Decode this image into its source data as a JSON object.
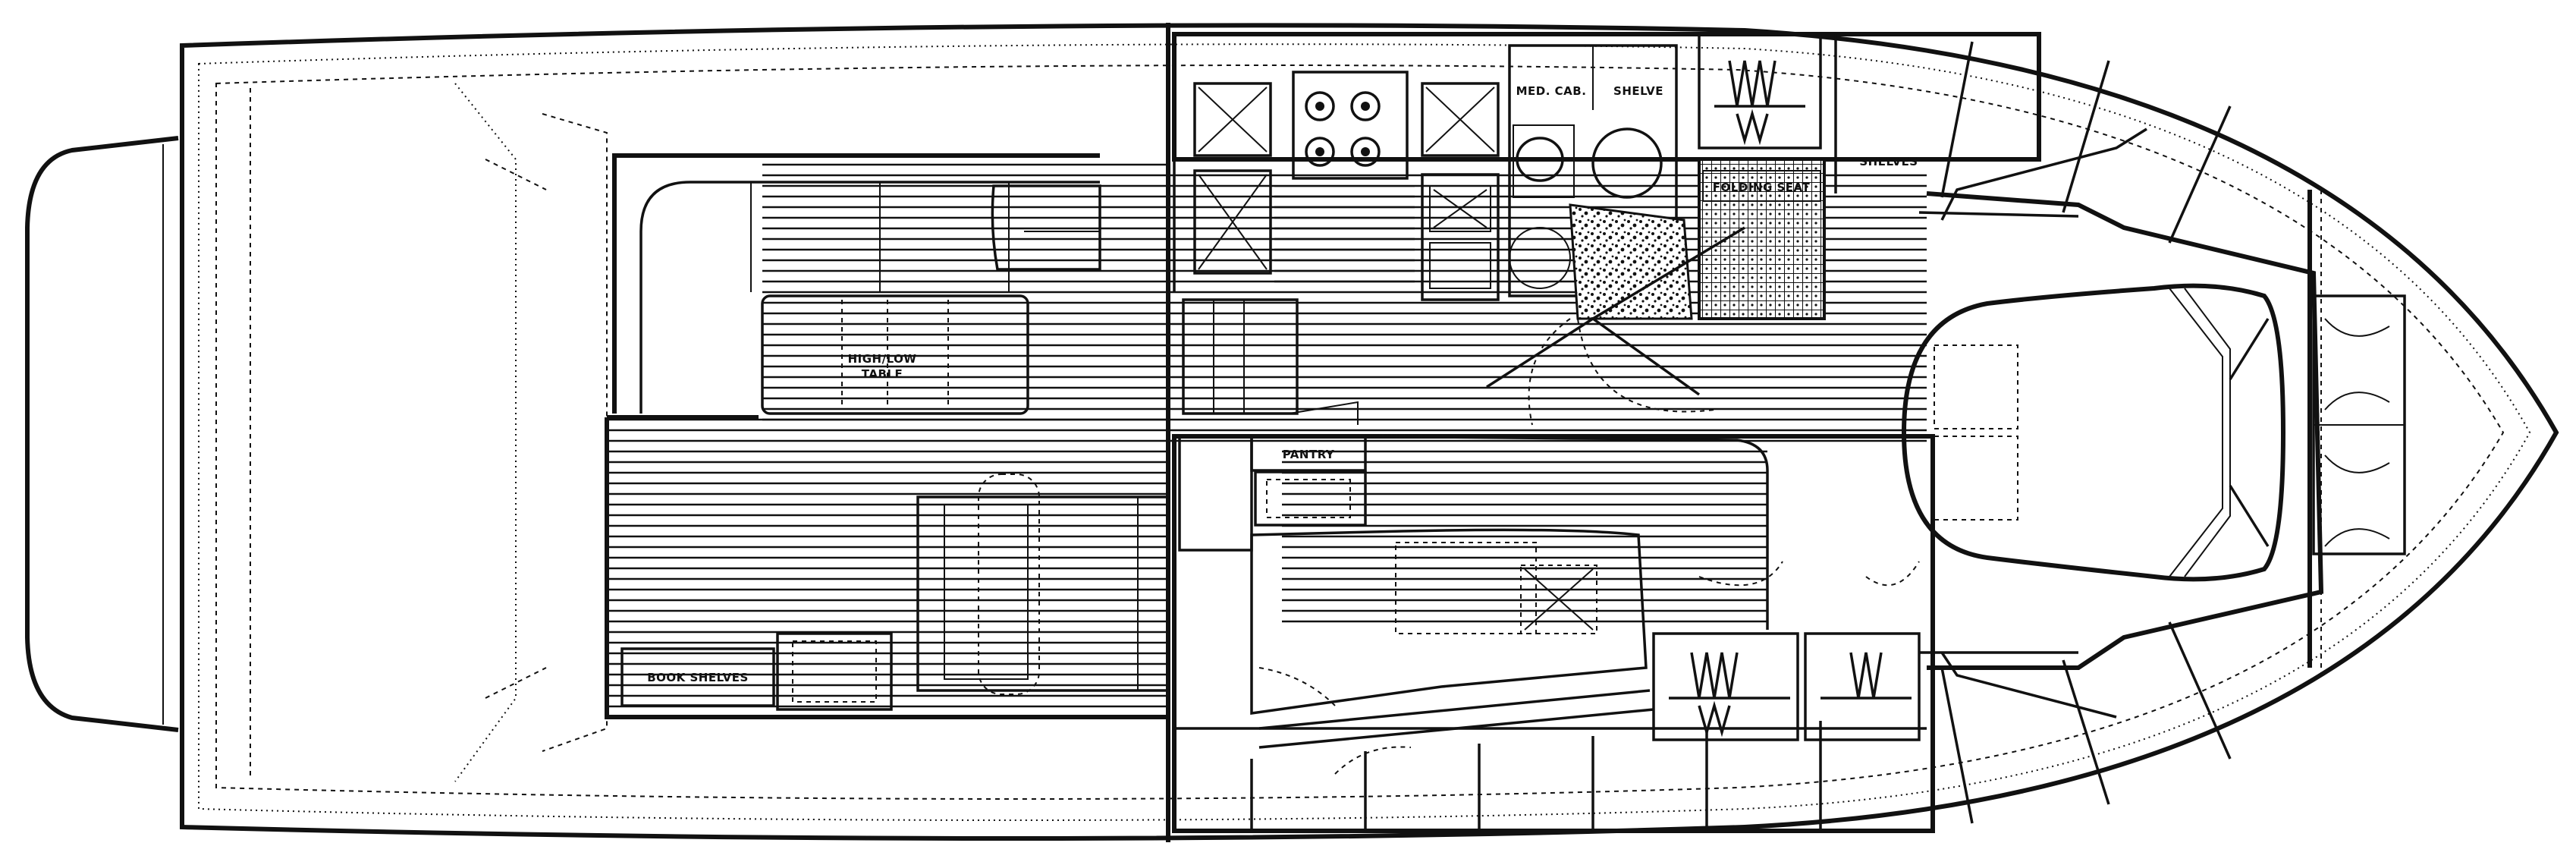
{
  "labels": {
    "high_low_table_1": "HIGH/LOW",
    "high_low_table_2": "TABLE",
    "pantry": "PANTRY",
    "med_cab": "MED. CAB.",
    "shelve": "SHELVE",
    "folding_seat": "FOLDING SEAT",
    "shelves_fwd": "SHELVES",
    "book_shelves": "BOOK SHELVES"
  },
  "colors": {
    "ink": "#111111",
    "paper": "#ffffff"
  }
}
